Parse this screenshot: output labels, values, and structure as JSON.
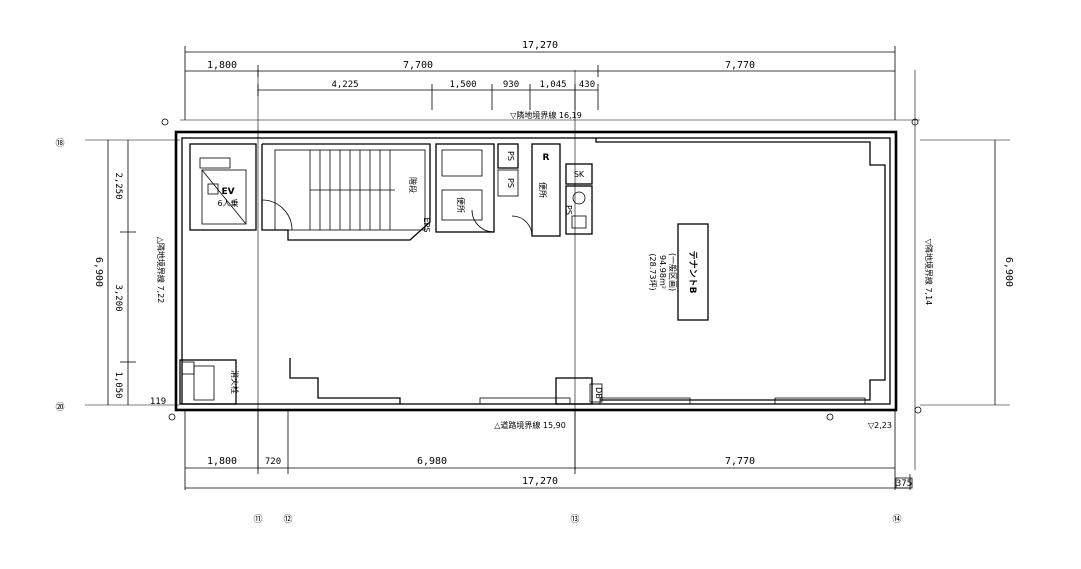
{
  "dimensions": {
    "top_total": "17,270",
    "top_row1": [
      "1,800",
      "7,700",
      "7,770"
    ],
    "top_row2": [
      "4,225",
      "1,500",
      "930",
      "1,045",
      "430"
    ],
    "bottom_row1": [
      "1,800",
      "720",
      "6,980",
      "7,770"
    ],
    "bottom_total": "17,270",
    "bottom_offset": "375",
    "right_total": "6,900",
    "left_total": "6,900",
    "left_segments": [
      "2,250",
      "3,200",
      "1,050"
    ],
    "left_small": "119",
    "bottom_right_small": "2,23"
  },
  "levels": {
    "top": "▽隣地境界線 16,19",
    "left": "△隣地境界線 7,22",
    "right": "▽隣地境界線 7,14",
    "bottom": "△道路境界線 15,90",
    "bottom_right": "▽2,23"
  },
  "axis_labels": {
    "left_top": "⑱",
    "left_bottom": "⑳",
    "bottom": [
      "⑪",
      "⑫",
      "⑬",
      "⑭"
    ]
  },
  "rooms": {
    "tenant_title": "テナントB",
    "tenant_area_1": "(一般区画)",
    "tenant_area_2": "94.98m²",
    "tenant_area_3": "(28.73坪)",
    "ev_label": "EV",
    "ev_sub": "6人乗",
    "stair": "階段",
    "ps1": "PS",
    "ps2": "PS",
    "ps3": "PS",
    "r": "R",
    "wc1": "便所",
    "wc2": "便所",
    "sk": "SK",
    "db": "DB",
    "pit": "EPS",
    "box_small": "消火栓"
  }
}
